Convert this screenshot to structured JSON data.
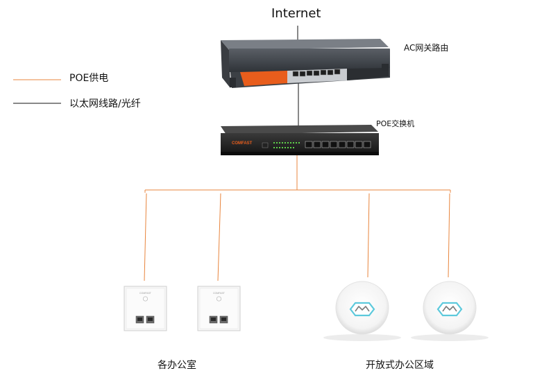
{
  "title": "Internet",
  "colors": {
    "poe": "#e8843c",
    "ethernet": "#111111",
    "brand": "#e85d1c"
  },
  "devices": {
    "router": {
      "label": "AC网关路由"
    },
    "switch": {
      "label": "POE交换机"
    },
    "wall_ap_brand": "COMFAST"
  },
  "legend": [
    {
      "label": "POE供电",
      "line": "poe"
    },
    {
      "label": "以太网线路/光纤",
      "line": "ethernet"
    }
  ],
  "groups": {
    "office": "各办公室",
    "open_area": "开放式办公区域"
  }
}
